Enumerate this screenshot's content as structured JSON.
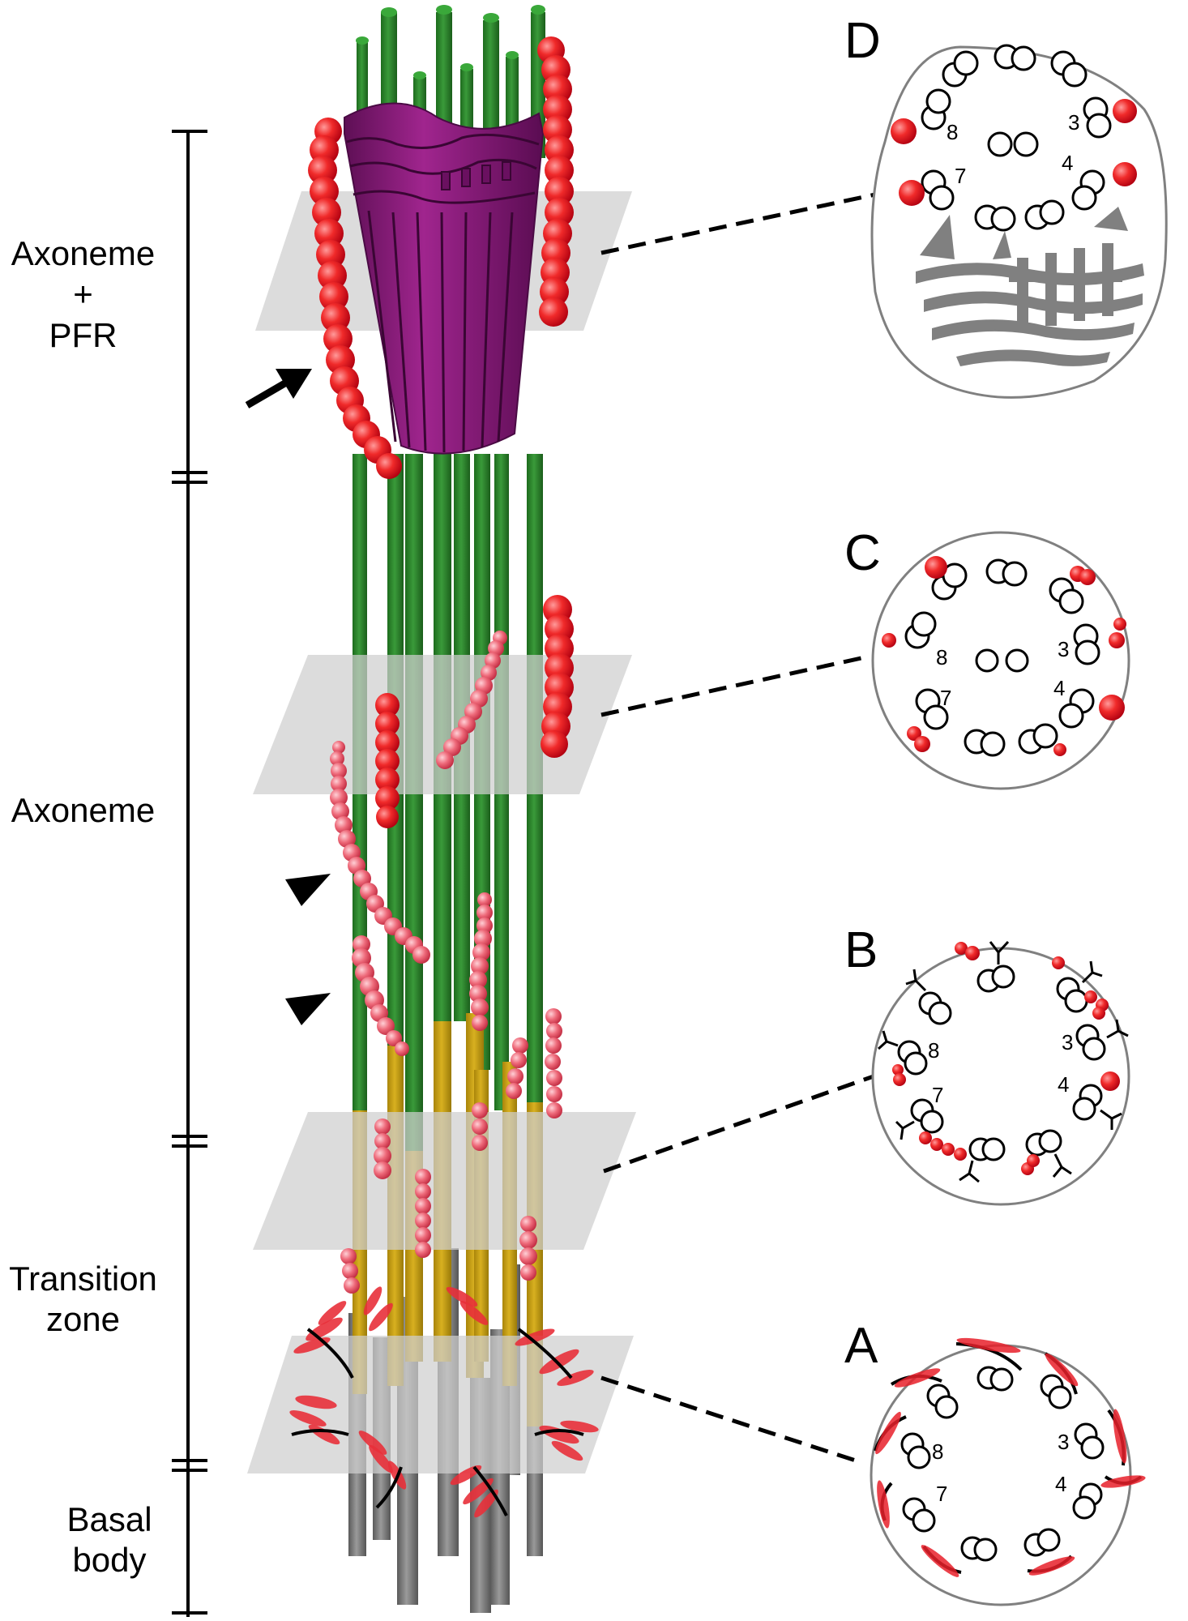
{
  "regions": {
    "axoneme_pfr": {
      "line1": "Axoneme",
      "line2": "+",
      "line3": "PFR"
    },
    "axoneme": "Axoneme",
    "transition_zone": {
      "line1": "Transition",
      "line2": "zone"
    },
    "basal_body": {
      "line1": "Basal",
      "line2": "body"
    }
  },
  "panels": [
    {
      "letter": "D",
      "numbers": [
        "8",
        "7",
        "3",
        "4"
      ]
    },
    {
      "letter": "C",
      "numbers": [
        "8",
        "7",
        "3",
        "4"
      ]
    },
    {
      "letter": "B",
      "numbers": [
        "8",
        "7",
        "3",
        "4"
      ]
    },
    {
      "letter": "A",
      "numbers": [
        "8",
        "7",
        "3",
        "4"
      ]
    }
  ],
  "colors": {
    "microtubule_green": "#2e8b2e",
    "transition_yellow": "#c9a212",
    "basal_gray": "#7a7a7a",
    "pfr_magenta": "#8b1a7a",
    "protein_red": "#e8202a",
    "section_plane": "#d8d8d8",
    "outline_gray": "#808080"
  }
}
